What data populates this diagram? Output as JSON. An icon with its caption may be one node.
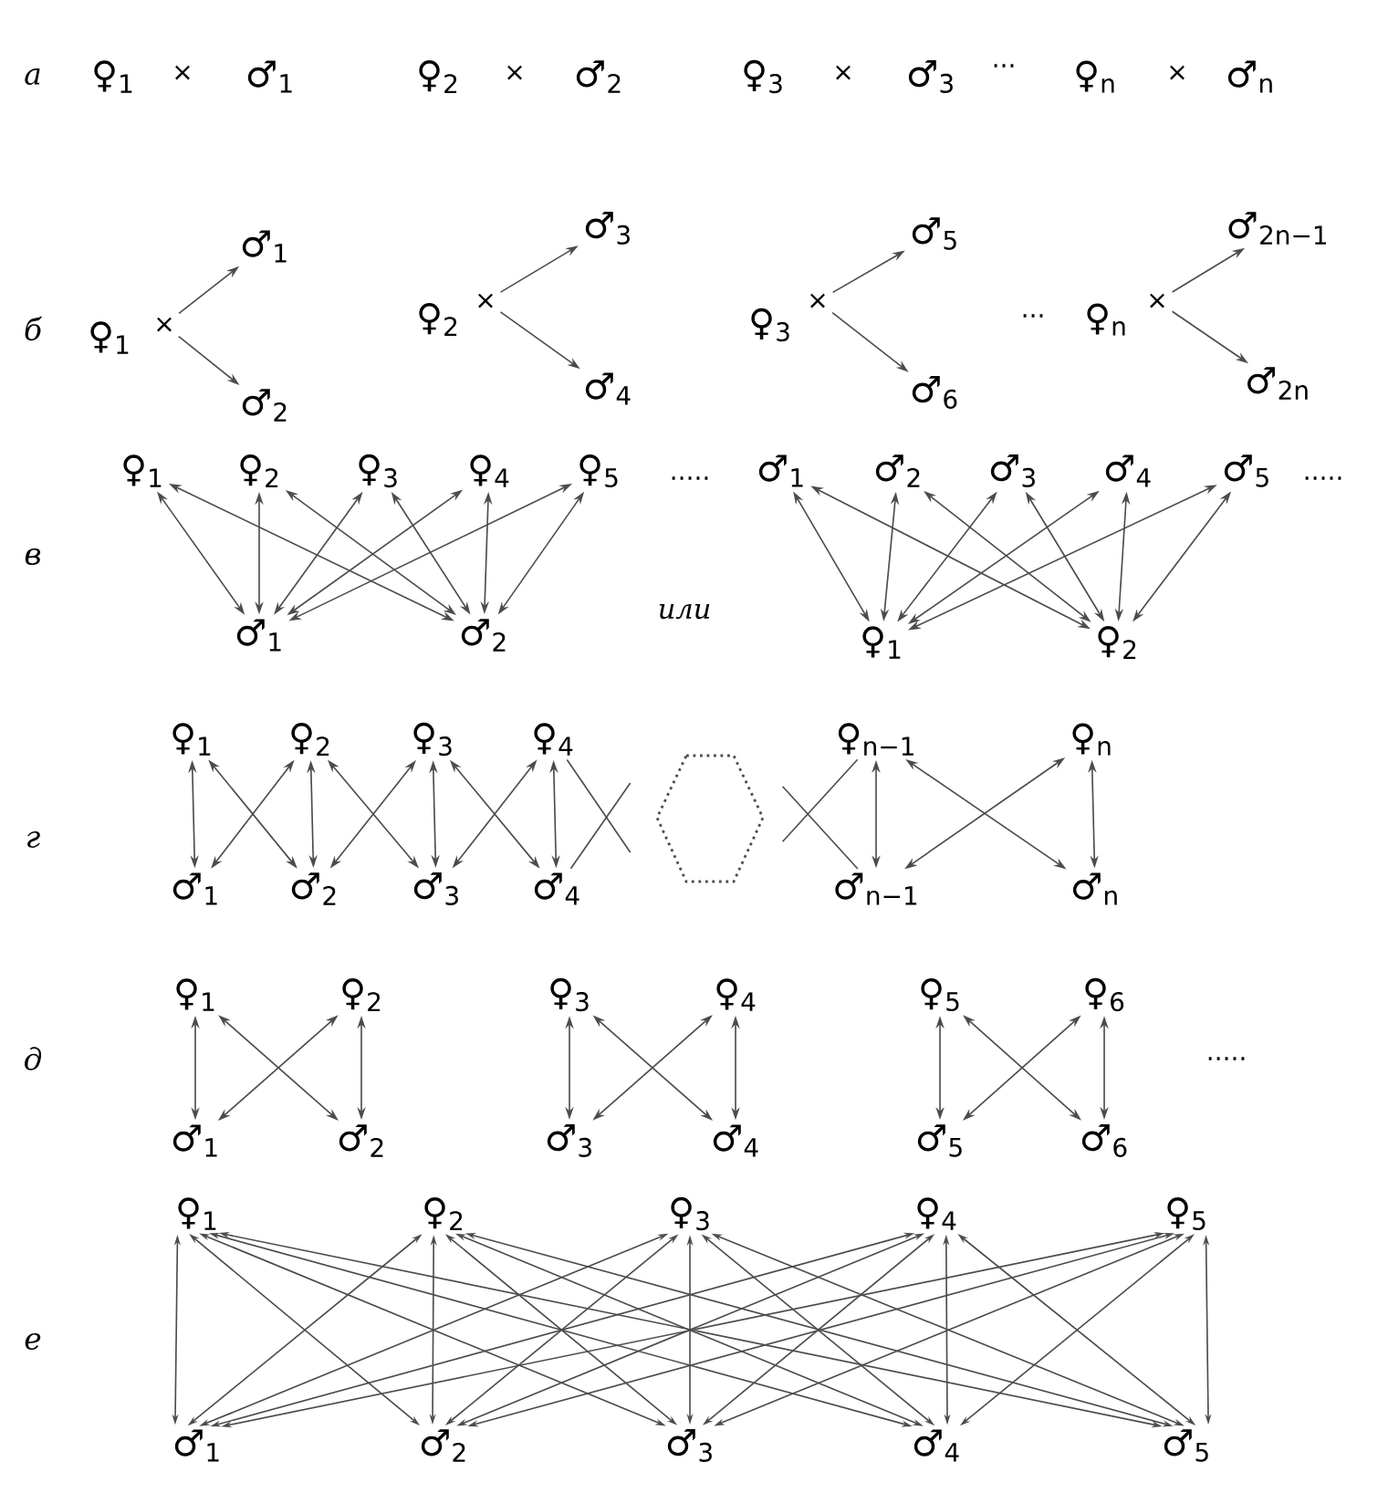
{
  "diagram": {
    "nodes": [
      {
        "text": [
          "♀$_{1}$"
        ]
      },
      {
        "text": [
          "♂$_{1}$"
        ]
      },
      {
        "text": [
          "♀$_{2}$"
        ]
      },
      {
        "text": [
          "♂$_{2}$"
        ]
      },
      {
        "text": [
          "♀$_{3}$"
        ]
      },
      {
        "text": [
          "♂$_{3}$"
        ]
      },
      {
        "text": [
          "♀$_{n}$"
        ]
      },
      {
        "text": [
          "♂$_{n}$"
        ]
      },
      {
        "text": [
          "♀$_{1}$"
        ]
      },
      {
        "text": [
          "×"
        ]
      },
      {
        "text": [
          "♂$_{1}$"
        ]
      },
      {
        "text": [
          "♂$_{2}$"
        ]
      },
      {
        "text": [
          "♀$_{2}$"
        ]
      },
      {
        "text": [
          "×"
        ]
      },
      {
        "text": [
          "♂$_{3}$"
        ]
      },
      {
        "text": [
          "♂$_{4}$"
        ]
      },
      {
        "text": [
          "♀$_{3}$"
        ]
      },
      {
        "text": [
          "×"
        ]
      },
      {
        "text": [
          "♂$_{5}$"
        ]
      },
      {
        "text": [
          "♂$_{6}$"
        ]
      },
      {
        "text": [
          "♀$_{n}$"
        ]
      },
      {
        "text": [
          "×"
        ]
      },
      {
        "text": [
          "♂$_{2n−1}$"
        ]
      },
      {
        "text": [
          "♂$_{2n}$"
        ]
      },
      {
        "text": [
          "♀$_{1}$"
        ]
      },
      {
        "text": [
          "♀$_{2}$"
        ]
      },
      {
        "text": [
          "♀$_{3}$"
        ]
      },
      {
        "text": [
          "♀$_{4}$"
        ]
      },
      {
        "text": [
          "♀$_{5}$"
        ]
      },
      {
        "text": [
          "♂$_{1}$"
        ]
      },
      {
        "text": [
          "♂$_{2}$"
        ]
      },
      {
        "text": [
          "♂$_{1}$"
        ]
      },
      {
        "text": [
          "♂$_{2}$"
        ]
      },
      {
        "text": [
          "♂$_{3}$"
        ]
      },
      {
        "text": [
          "♂$_{4}$"
        ]
      },
      {
        "text": [
          "♂$_{5}$"
        ]
      },
      {
        "text": [
          "♀$_{1}$"
        ]
      },
      {
        "text": [
          "♀$_{2}$"
        ]
      },
      {
        "text": [
          "♀$_{1}$"
        ]
      },
      {
        "text": [
          "♀$_{2}$"
        ]
      },
      {
        "text": [
          "♀$_{3}$"
        ]
      },
      {
        "text": [
          "♀$_{4}$"
        ]
      },
      {
        "text": [
          "♀$_{n−1}$"
        ]
      },
      {
        "text": [
          "♀$_{n}$"
        ]
      },
      {
        "text": [
          "♂$_{1}$"
        ]
      },
      {
        "text": [
          "♂$_{2}$"
        ]
      },
      {
        "text": [
          "♂$_{3}$"
        ]
      },
      {
        "text": [
          "♂$_{4}$"
        ]
      },
      {
        "text": [
          "♂$_{n−1}$"
        ]
      },
      {
        "text": [
          "♂$_{n}$"
        ]
      },
      {
        "text": [
          "♀$_{1}$"
        ]
      },
      {
        "text": [
          "♀$_{2}$"
        ]
      },
      {
        "text": [
          "♀$_{3}$"
        ]
      },
      {
        "text": [
          "♀$_{4}$"
        ]
      },
      {
        "text": [
          "♀$_{5}$"
        ]
      },
      {
        "text": [
          "♀$_{6}$"
        ]
      },
      {
        "text": [
          "♂$_{1}$"
        ]
      },
      {
        "text": [
          "♂$_{2}$"
        ]
      },
      {
        "text": [
          "♂$_{3}$"
        ]
      },
      {
        "text": [
          "♂$_{4}$"
        ]
      },
      {
        "text": [
          "♂$_{5}$"
        ]
      },
      {
        "text": [
          "♂$_{6}$"
        ]
      },
      {
        "text": [
          "♀$_{1}$"
        ]
      },
      {
        "text": [
          "♀$_{2}$"
        ]
      },
      {
        "text": [
          "♀$_{3}$"
        ]
      },
      {
        "text": [
          "♀$_{4}$"
        ]
      },
      {
        "text": [
          "♀$_{5}$"
        ]
      },
      {
        "text": [
          "♂$_{1}$"
        ]
      },
      {
        "text": [
          "♂$_{2}$"
        ]
      },
      {
        "text": [
          "♂$_{3}$"
        ]
      },
      {
        "text": [
          "♂$_{4}$"
        ]
      },
      {
        "text": [
          "♂$_{5}$"
        ]
      },
      {
        "text": [],
        "shape": "hexagon"
      }
    ],
    "edges": [
      {
        "from": 9,
        "to": 10,
        "arrow": "to"
      },
      {
        "from": 9,
        "to": 11,
        "arrow": "to"
      },
      {
        "from": 13,
        "to": 14,
        "arrow": "to"
      },
      {
        "from": 13,
        "to": 15,
        "arrow": "to"
      },
      {
        "from": 17,
        "to": 18,
        "arrow": "to"
      },
      {
        "from": 17,
        "to": 19,
        "arrow": "to"
      },
      {
        "from": 21,
        "to": 22,
        "arrow": "to"
      },
      {
        "from": 21,
        "to": 23,
        "arrow": "to"
      },
      {
        "from": 24,
        "to": 29,
        "arrow": "both"
      },
      {
        "from": 24,
        "to": 30,
        "arrow": "both"
      },
      {
        "from": 25,
        "to": 29,
        "arrow": "both"
      },
      {
        "from": 25,
        "to": 30,
        "arrow": "both"
      },
      {
        "from": 26,
        "to": 29,
        "arrow": "both"
      },
      {
        "from": 26,
        "to": 30,
        "arrow": "both"
      },
      {
        "from": 27,
        "to": 29,
        "arrow": "both"
      },
      {
        "from": 27,
        "to": 30,
        "arrow": "both"
      },
      {
        "from": 28,
        "to": 29,
        "arrow": "both"
      },
      {
        "from": 28,
        "to": 30,
        "arrow": "both"
      },
      {
        "from": 31,
        "to": 36,
        "arrow": "both"
      },
      {
        "from": 31,
        "to": 37,
        "arrow": "both"
      },
      {
        "from": 32,
        "to": 36,
        "arrow": "both"
      },
      {
        "from": 32,
        "to": 37,
        "arrow": "both"
      },
      {
        "from": 33,
        "to": 36,
        "arrow": "both"
      },
      {
        "from": 33,
        "to": 37,
        "arrow": "both"
      },
      {
        "from": 34,
        "to": 36,
        "arrow": "both"
      },
      {
        "from": 34,
        "to": 37,
        "arrow": "both"
      },
      {
        "from": 35,
        "to": 36,
        "arrow": "both"
      },
      {
        "from": 35,
        "to": 37,
        "arrow": "both"
      },
      {
        "from": 38,
        "to": 44,
        "arrow": "both"
      },
      {
        "from": 38,
        "to": 45,
        "arrow": "both"
      },
      {
        "from": 39,
        "to": 44,
        "arrow": "both"
      },
      {
        "from": 39,
        "to": 45,
        "arrow": "both"
      },
      {
        "from": 39,
        "to": 46,
        "arrow": "both"
      },
      {
        "from": 40,
        "to": 45,
        "arrow": "both"
      },
      {
        "from": 40,
        "to": 46,
        "arrow": "both"
      },
      {
        "from": 40,
        "to": 47,
        "arrow": "both"
      },
      {
        "from": 41,
        "to": 46,
        "arrow": "both"
      },
      {
        "from": 41,
        "to": 47,
        "arrow": "both"
      },
      {
        "from": 41,
        "to": null,
        "arrow": "none"
      },
      {
        "from": 47,
        "to": null,
        "arrow": "none"
      },
      {
        "from": 42,
        "to": null,
        "arrow": "none"
      },
      {
        "from": 48,
        "to": null,
        "arrow": "none"
      },
      {
        "from": 42,
        "to": 48,
        "arrow": "both"
      },
      {
        "from": 42,
        "to": 49,
        "arrow": "both"
      },
      {
        "from": 43,
        "to": 48,
        "arrow": "both"
      },
      {
        "from": 43,
        "to": 49,
        "arrow": "both"
      },
      {
        "from": 50,
        "to": 56,
        "arrow": "both"
      },
      {
        "from": 50,
        "to": 57,
        "arrow": "both"
      },
      {
        "from": 51,
        "to": 56,
        "arrow": "both"
      },
      {
        "from": 51,
        "to": 57,
        "arrow": "both"
      },
      {
        "from": 52,
        "to": 58,
        "arrow": "both"
      },
      {
        "from": 52,
        "to": 59,
        "arrow": "both"
      },
      {
        "from": 53,
        "to": 58,
        "arrow": "both"
      },
      {
        "from": 53,
        "to": 59,
        "arrow": "both"
      },
      {
        "from": 54,
        "to": 60,
        "arrow": "both"
      },
      {
        "from": 54,
        "to": 61,
        "arrow": "both"
      },
      {
        "from": 55,
        "to": 60,
        "arrow": "both"
      },
      {
        "from": 55,
        "to": 61,
        "arrow": "both"
      },
      {
        "from": 62,
        "to": 67,
        "arrow": "both"
      },
      {
        "from": 62,
        "to": 68,
        "arrow": "both"
      },
      {
        "from": 62,
        "to": 69,
        "arrow": "both"
      },
      {
        "from": 62,
        "to": 70,
        "arrow": "both"
      },
      {
        "from": 62,
        "to": 71,
        "arrow": "both"
      },
      {
        "from": 63,
        "to": 67,
        "arrow": "both"
      },
      {
        "from": 63,
        "to": 68,
        "arrow": "both"
      },
      {
        "from": 63,
        "to": 69,
        "arrow": "both"
      },
      {
        "from": 63,
        "to": 70,
        "arrow": "both"
      },
      {
        "from": 63,
        "to": 71,
        "arrow": "both"
      },
      {
        "from": 64,
        "to": 67,
        "arrow": "both"
      },
      {
        "from": 64,
        "to": 68,
        "arrow": "both"
      },
      {
        "from": 64,
        "to": 69,
        "arrow": "both"
      },
      {
        "from": 64,
        "to": 70,
        "arrow": "both"
      },
      {
        "from": 64,
        "to": 71,
        "arrow": "both"
      },
      {
        "from": 65,
        "to": 67,
        "arrow": "both"
      },
      {
        "from": 65,
        "to": 68,
        "arrow": "both"
      },
      {
        "from": 65,
        "to": 69,
        "arrow": "both"
      },
      {
        "from": 65,
        "to": 70,
        "arrow": "both"
      },
      {
        "from": 65,
        "to": 71,
        "arrow": "both"
      },
      {
        "from": 66,
        "to": 67,
        "arrow": "both"
      },
      {
        "from": 66,
        "to": 68,
        "arrow": "both"
      },
      {
        "from": 66,
        "to": 69,
        "arrow": "both"
      },
      {
        "from": 66,
        "to": 70,
        "arrow": "both"
      },
      {
        "from": 66,
        "to": 71,
        "arrow": "both"
      }
    ],
    "labels": [
      "а",
      "×",
      "×",
      "×",
      "···",
      "×",
      "б",
      "···",
      "в",
      ".....",
      "или",
      ".....",
      "г",
      "д",
      ".....",
      "е"
    ]
  }
}
